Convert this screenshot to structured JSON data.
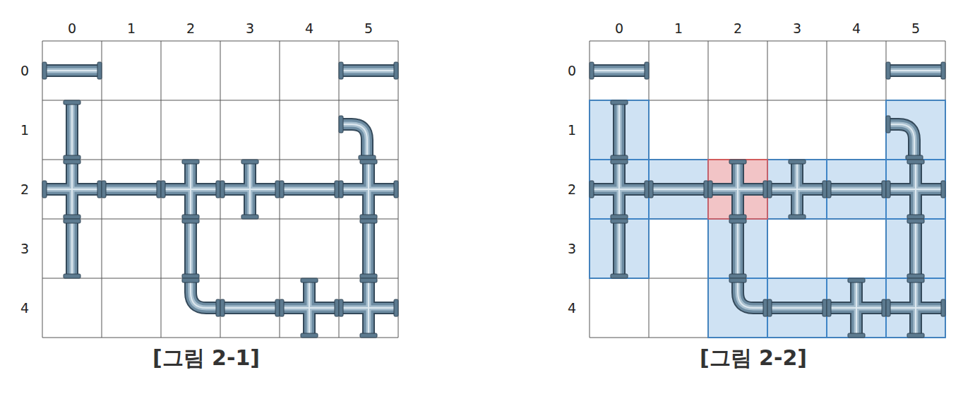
{
  "diagram": {
    "labels": [
      "0",
      "1",
      "2",
      "3",
      "4",
      "5",
      "0",
      "1",
      "2",
      "3",
      "4",
      "[그림 2-1]",
      "0",
      "1",
      "2",
      "3",
      "4",
      "5",
      "0",
      "1",
      "2",
      "3",
      "4",
      "[그림 2-2]"
    ]
  }
}
